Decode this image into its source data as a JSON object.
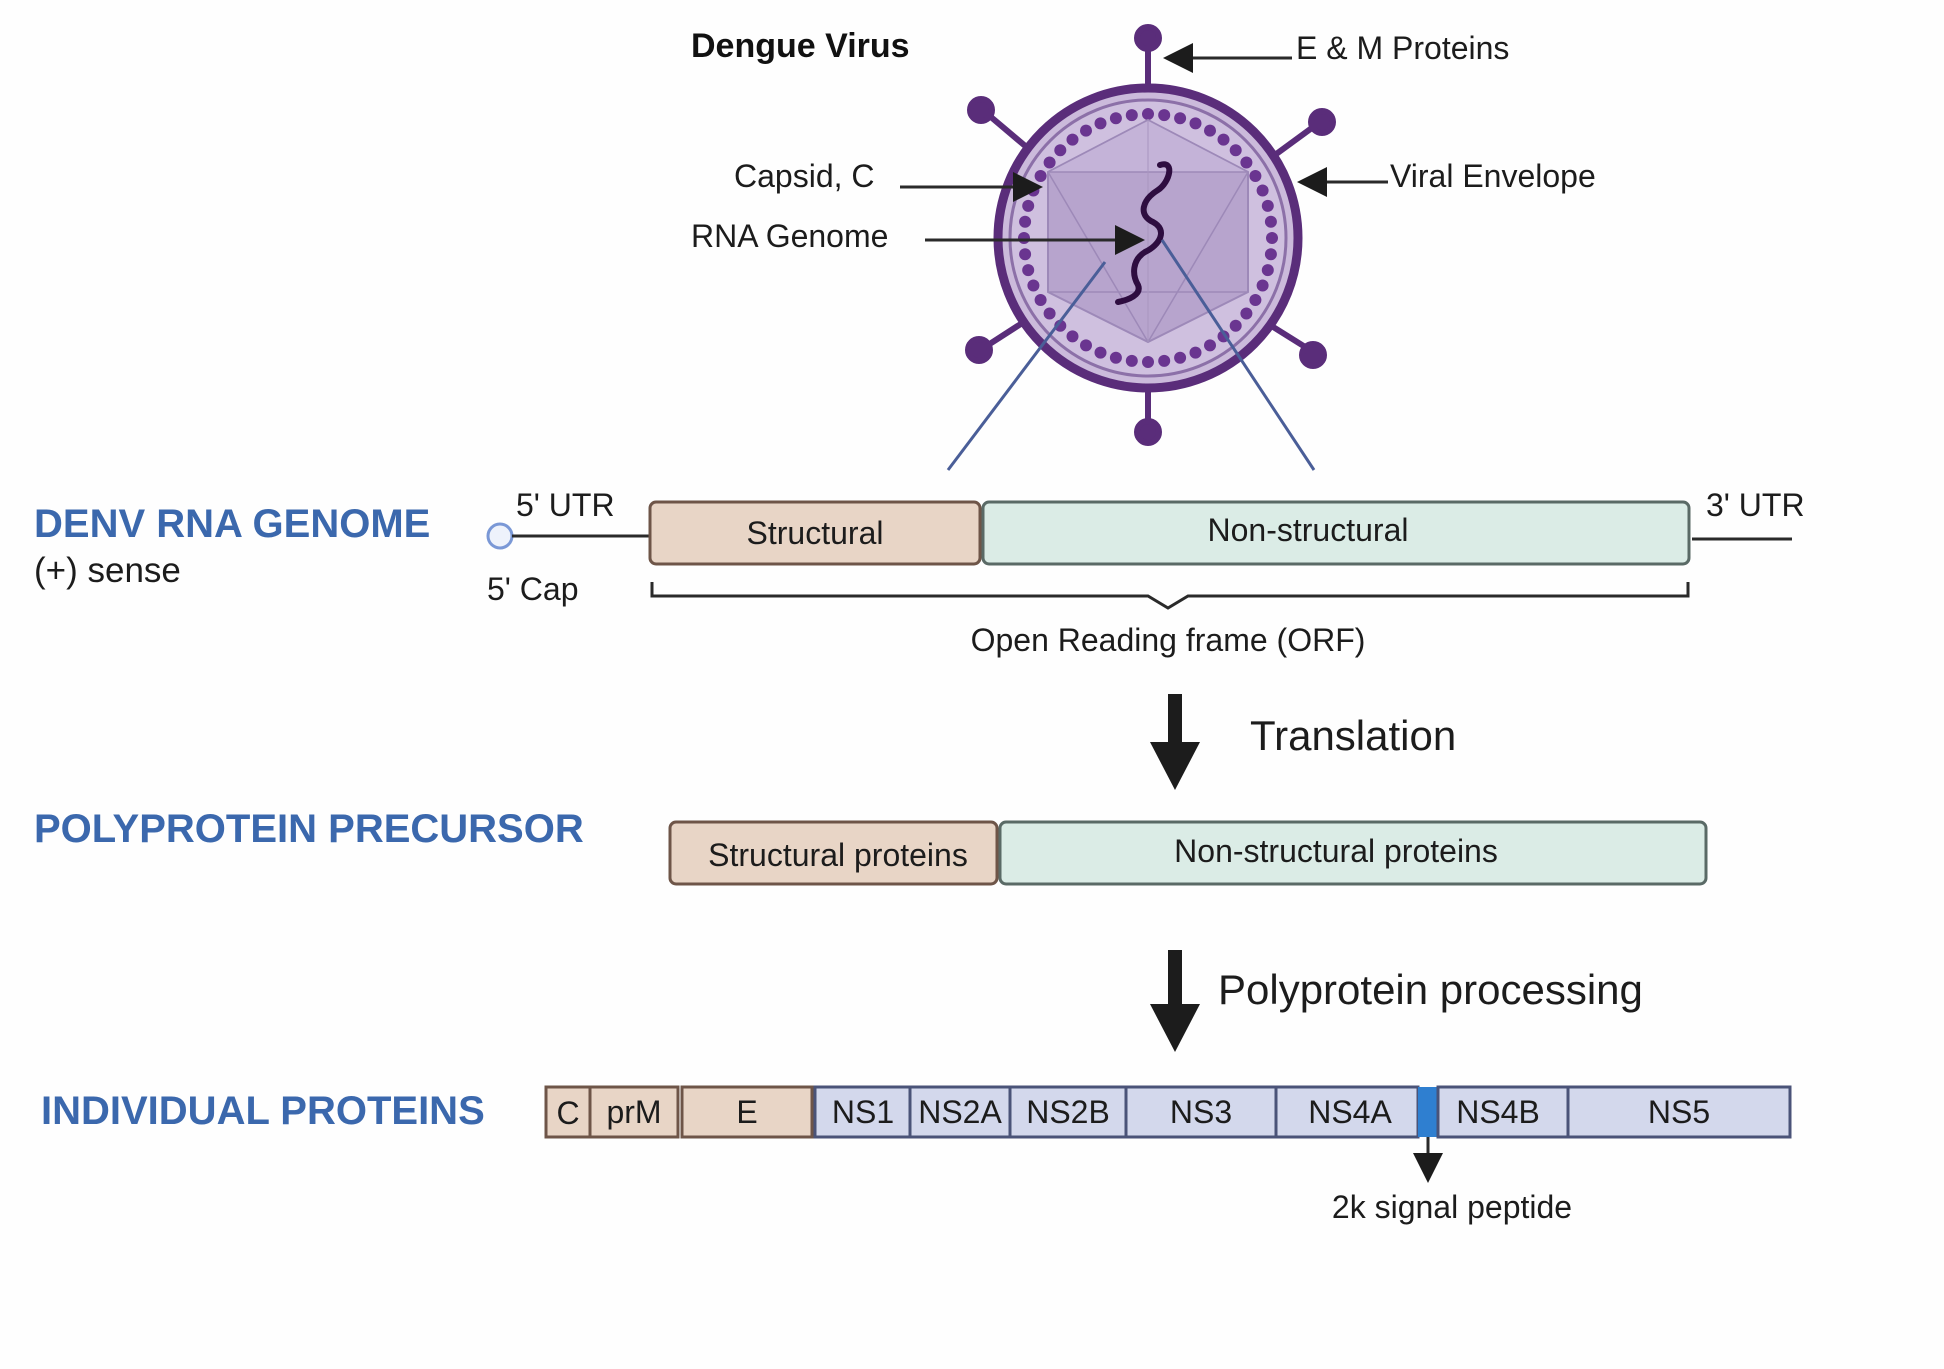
{
  "virus": {
    "title": "Dengue Virus",
    "labels": {
      "em": "E & M Proteins",
      "capsid": "Capsid, C",
      "rna": "RNA Genome",
      "envelope": "Viral Envelope"
    }
  },
  "genome": {
    "heading": "DENV RNA GENOME",
    "sense": "(+) sense",
    "utr5": "5' UTR",
    "cap": "5' Cap",
    "utr3": "3' UTR",
    "structural": "Structural",
    "nonstructural": "Non-structural",
    "orf": "Open Reading frame (ORF)"
  },
  "translation": {
    "label": "Translation"
  },
  "polyprotein": {
    "heading": "POLYPROTEIN PRECURSOR",
    "structural": "Structural proteins",
    "nonstructural": "Non-structural proteins"
  },
  "processing": {
    "label": "Polyprotein processing"
  },
  "individual": {
    "heading": "INDIVIDUAL PROTEINS",
    "segments": [
      "C",
      "prM",
      "E",
      "NS1",
      "NS2A",
      "NS2B",
      "NS3",
      "NS4A",
      "NS4B",
      "NS5"
    ],
    "signal": "2k signal peptide"
  },
  "colors": {
    "heading": "#3b68ad",
    "structural": "#e8d5c6",
    "nonstructural": "#dbece6",
    "ns_protein": "#d3d8ec",
    "signal_peptide": "#2f7fd0",
    "virus_purple": "#5a2d7a"
  }
}
